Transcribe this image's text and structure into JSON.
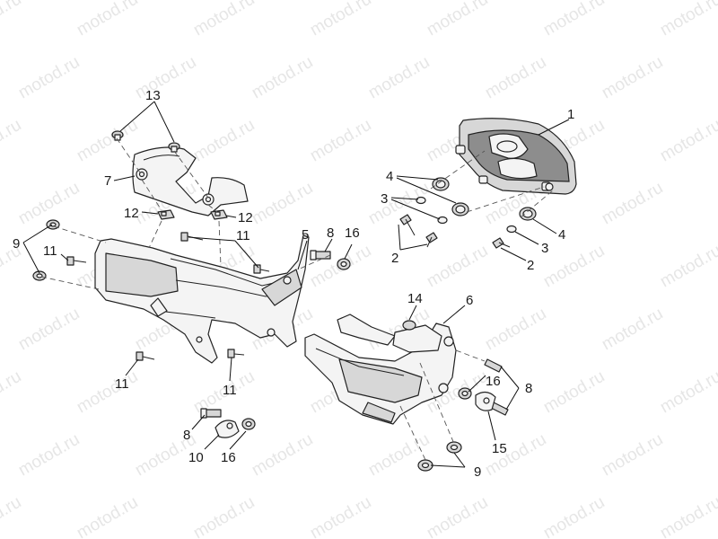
{
  "watermark": "motod.ru",
  "callouts": [
    {
      "text": "1"
    },
    {
      "text": "2"
    },
    {
      "text": "2"
    },
    {
      "text": "3"
    },
    {
      "text": "3"
    },
    {
      "text": "4"
    },
    {
      "text": "4"
    },
    {
      "text": "5"
    },
    {
      "text": "6"
    },
    {
      "text": "7"
    },
    {
      "text": "8"
    },
    {
      "text": "8"
    },
    {
      "text": "8"
    },
    {
      "text": "9"
    },
    {
      "text": "9"
    },
    {
      "text": "10"
    },
    {
      "text": "11"
    },
    {
      "text": "11"
    },
    {
      "text": "11"
    },
    {
      "text": "11"
    },
    {
      "text": "12"
    },
    {
      "text": "12"
    },
    {
      "text": "13"
    },
    {
      "text": "14"
    },
    {
      "text": "15"
    },
    {
      "text": "16"
    },
    {
      "text": "16"
    },
    {
      "text": "16"
    }
  ]
}
